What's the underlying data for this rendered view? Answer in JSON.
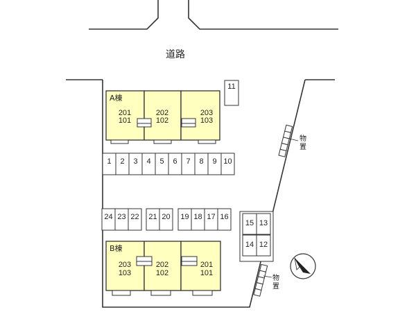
{
  "road": {
    "label": "道路"
  },
  "buildings": {
    "a": {
      "label": "A棟",
      "units": [
        [
          "201",
          "101"
        ],
        [
          "202",
          "102"
        ],
        [
          "203",
          "103"
        ]
      ]
    },
    "b": {
      "label": "B棟",
      "units": [
        [
          "203",
          "103"
        ],
        [
          "202",
          "102"
        ],
        [
          "201",
          "101"
        ]
      ]
    }
  },
  "parking": {
    "row_top": [
      "1",
      "2",
      "3",
      "4",
      "5",
      "6",
      "7",
      "8",
      "9",
      "10"
    ],
    "top_single": "11",
    "group_left": [
      "24",
      "23",
      "22"
    ],
    "group_mid": [
      "21",
      "20"
    ],
    "group_right": [
      "19",
      "18",
      "17",
      "16"
    ],
    "side_block": [
      "15",
      "13",
      "14",
      "12"
    ]
  },
  "storage": {
    "label_top": [
      "物",
      "置"
    ],
    "label_bottom": [
      "物",
      "置"
    ]
  },
  "compass": {
    "icon": "north-arrow-icon"
  },
  "colors": {
    "building_fill": "#ffffc0",
    "line": "#333333"
  }
}
